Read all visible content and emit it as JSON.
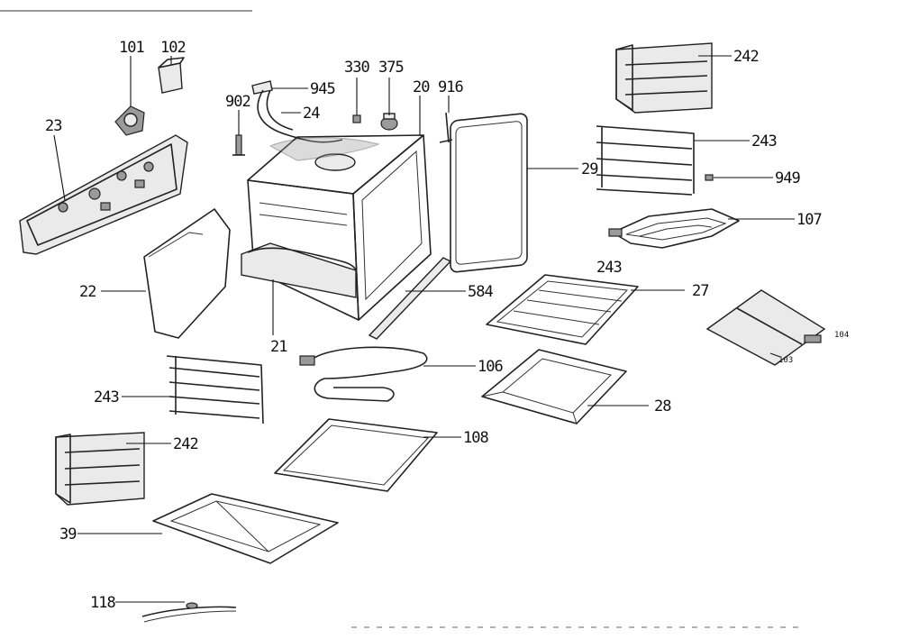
{
  "labels": {
    "p101": "101",
    "p102": "102",
    "p23": "23",
    "p902": "902",
    "p945": "945",
    "p24": "24",
    "p330": "330",
    "p375": "375",
    "p20": "20",
    "p916": "916",
    "p242_top": "242",
    "p243_top": "243",
    "p949": "949",
    "p29": "29",
    "p107": "107",
    "p243_mid": "243",
    "p22": "22",
    "p584": "584",
    "p27": "27",
    "p21": "21",
    "p104": "104",
    "p103": "103",
    "p106": "106",
    "p243_left": "243",
    "p28": "28",
    "p108": "108",
    "p242_left": "242",
    "p39": "39",
    "p118": "118"
  },
  "colors": {
    "line": "#222222",
    "fill_light": "#eaeaea",
    "fill_dark": "#9a9a9a",
    "background": "#ffffff"
  }
}
